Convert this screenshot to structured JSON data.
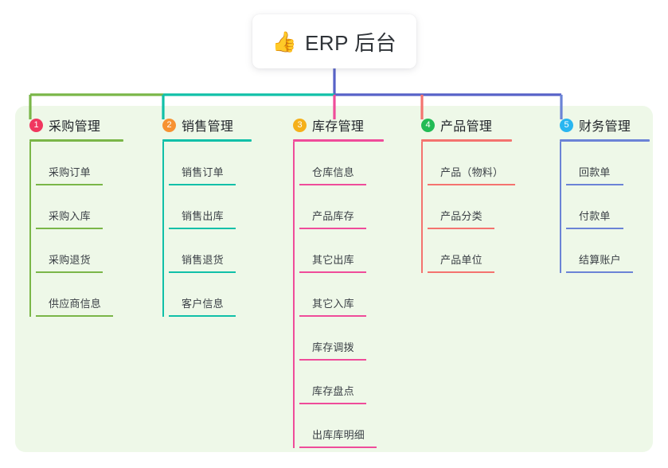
{
  "title": {
    "icon": "thumbs-up-icon",
    "emoji": "👍",
    "text": "ERP 后台"
  },
  "palette": {
    "panel_bg": "#eef8e8",
    "card_bg": "#ffffff",
    "trunk": "#5762c8",
    "bar_green": "#7ab648",
    "bar_teal": "#10c0a8",
    "bar_blue": "#5762c8"
  },
  "columns": [
    {
      "number": "1",
      "title": "采购管理",
      "badge_color": "#f0375f",
      "line_color": "#7ab648",
      "rule_width": 118,
      "items": [
        {
          "label": "采购订单",
          "rule_width": 84
        },
        {
          "label": "采购入库",
          "rule_width": 84
        },
        {
          "label": "采购退货",
          "rule_width": 84
        },
        {
          "label": "供应商信息",
          "rule_width": 97
        }
      ]
    },
    {
      "number": "2",
      "title": "销售管理",
      "badge_color": "#f79232",
      "line_color": "#10c0a8",
      "rule_width": 112,
      "items": [
        {
          "label": "销售订单",
          "rule_width": 84
        },
        {
          "label": "销售出库",
          "rule_width": 84
        },
        {
          "label": "销售退货",
          "rule_width": 84
        },
        {
          "label": "客户信息",
          "rule_width": 84
        }
      ]
    },
    {
      "number": "3",
      "title": "库存管理",
      "badge_color": "#f5b01a",
      "line_color": "#ef4c9a",
      "rule_width": 114,
      "items": [
        {
          "label": "仓库信息",
          "rule_width": 84
        },
        {
          "label": "产品库存",
          "rule_width": 84
        },
        {
          "label": "其它出库",
          "rule_width": 84
        },
        {
          "label": "其它入库",
          "rule_width": 84
        },
        {
          "label": "库存调拨",
          "rule_width": 84
        },
        {
          "label": "库存盘点",
          "rule_width": 84
        },
        {
          "label": "出库库明细",
          "rule_width": 97
        }
      ]
    },
    {
      "number": "4",
      "title": "产品管理",
      "badge_color": "#22bb55",
      "line_color": "#f4736f",
      "rule_width": 114,
      "items": [
        {
          "label": "产品（物料）",
          "rule_width": 110
        },
        {
          "label": "产品分类",
          "rule_width": 84
        },
        {
          "label": "产品单位",
          "rule_width": 84
        }
      ]
    },
    {
      "number": "5",
      "title": "财务管理",
      "badge_color": "#29b6f0",
      "line_color": "#6b83d6",
      "rule_width": 113,
      "items": [
        {
          "label": "回款单",
          "rule_width": 72
        },
        {
          "label": "付款单",
          "rule_width": 72
        },
        {
          "label": "结算账户",
          "rule_width": 84
        }
      ]
    }
  ]
}
